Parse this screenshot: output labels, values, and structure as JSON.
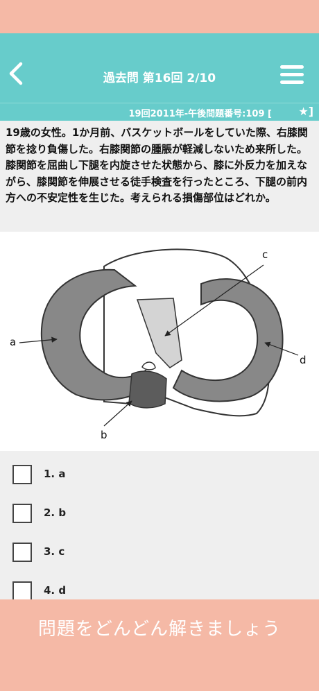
{
  "header": {
    "title": "過去問 第16回 2/10"
  },
  "info_bar": {
    "text": "19回2011年-午後問題番号:109 [",
    "star": "★]"
  },
  "question": {
    "text": "19歳の女性。1か月前、バスケットボールをしていた際、右膝関節を捻り負傷した。右膝関節の腫脹が軽減しないため来所した。膝関節を屈曲し下腿を内旋させた状態から、膝に外反力を加えながら、膝関節を伸展させる徒手検査を行ったところ、下腿の前内方への不安定性を生じた。考えられる損傷部位はどれか。"
  },
  "figure": {
    "labels": {
      "a": "a",
      "b": "b",
      "c": "c",
      "d": "d"
    }
  },
  "options": [
    {
      "label": "1. a",
      "checked": false
    },
    {
      "label": "2. b",
      "checked": false
    },
    {
      "label": "3. c",
      "checked": false
    },
    {
      "label": "4. d",
      "checked": false
    }
  ],
  "footer": {
    "text": "問題をどんどん解きましょう"
  },
  "colors": {
    "header": "#67cccb",
    "accent_pink": "#f5b9a6",
    "question_bg": "#efefef"
  },
  "icons": {
    "back": "chevron-left-icon",
    "menu": "hamburger-menu-icon",
    "star": "star-icon"
  }
}
